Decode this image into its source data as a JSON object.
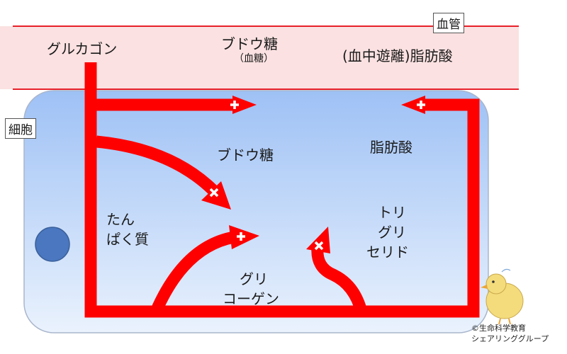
{
  "labels": {
    "vessel": "血管",
    "cell": "細胞",
    "glucagon": "グルカゴン",
    "blood_glucose": "ブドウ糖",
    "blood_glucose_sub": "（血糖）",
    "free_fatty_acid": "(血中遊離)脂肪酸",
    "cell_glucose": "ブドウ糖",
    "cell_fatty_acid": "脂肪酸",
    "protein_line1": "たん",
    "protein_line2": "ぱく質",
    "triglyceride_line1": "トリ",
    "triglyceride_line2": "グリ",
    "triglyceride_line3": "セリド",
    "glycogen_line1": "グリ",
    "glycogen_line2": "コーゲン"
  },
  "credit": {
    "line1": "©生命科学教育",
    "line2": "シェアリンググループ"
  },
  "colors": {
    "vessel_fill": "#fbe1e1",
    "vessel_border": "#e8202a",
    "cell_fill_top": "#9ec1f5",
    "cell_fill_bottom": "#e9f1fd",
    "cell_border": "#a9b6cc",
    "pathway": "#ff0000",
    "nucleus": "#4a77bf"
  }
}
